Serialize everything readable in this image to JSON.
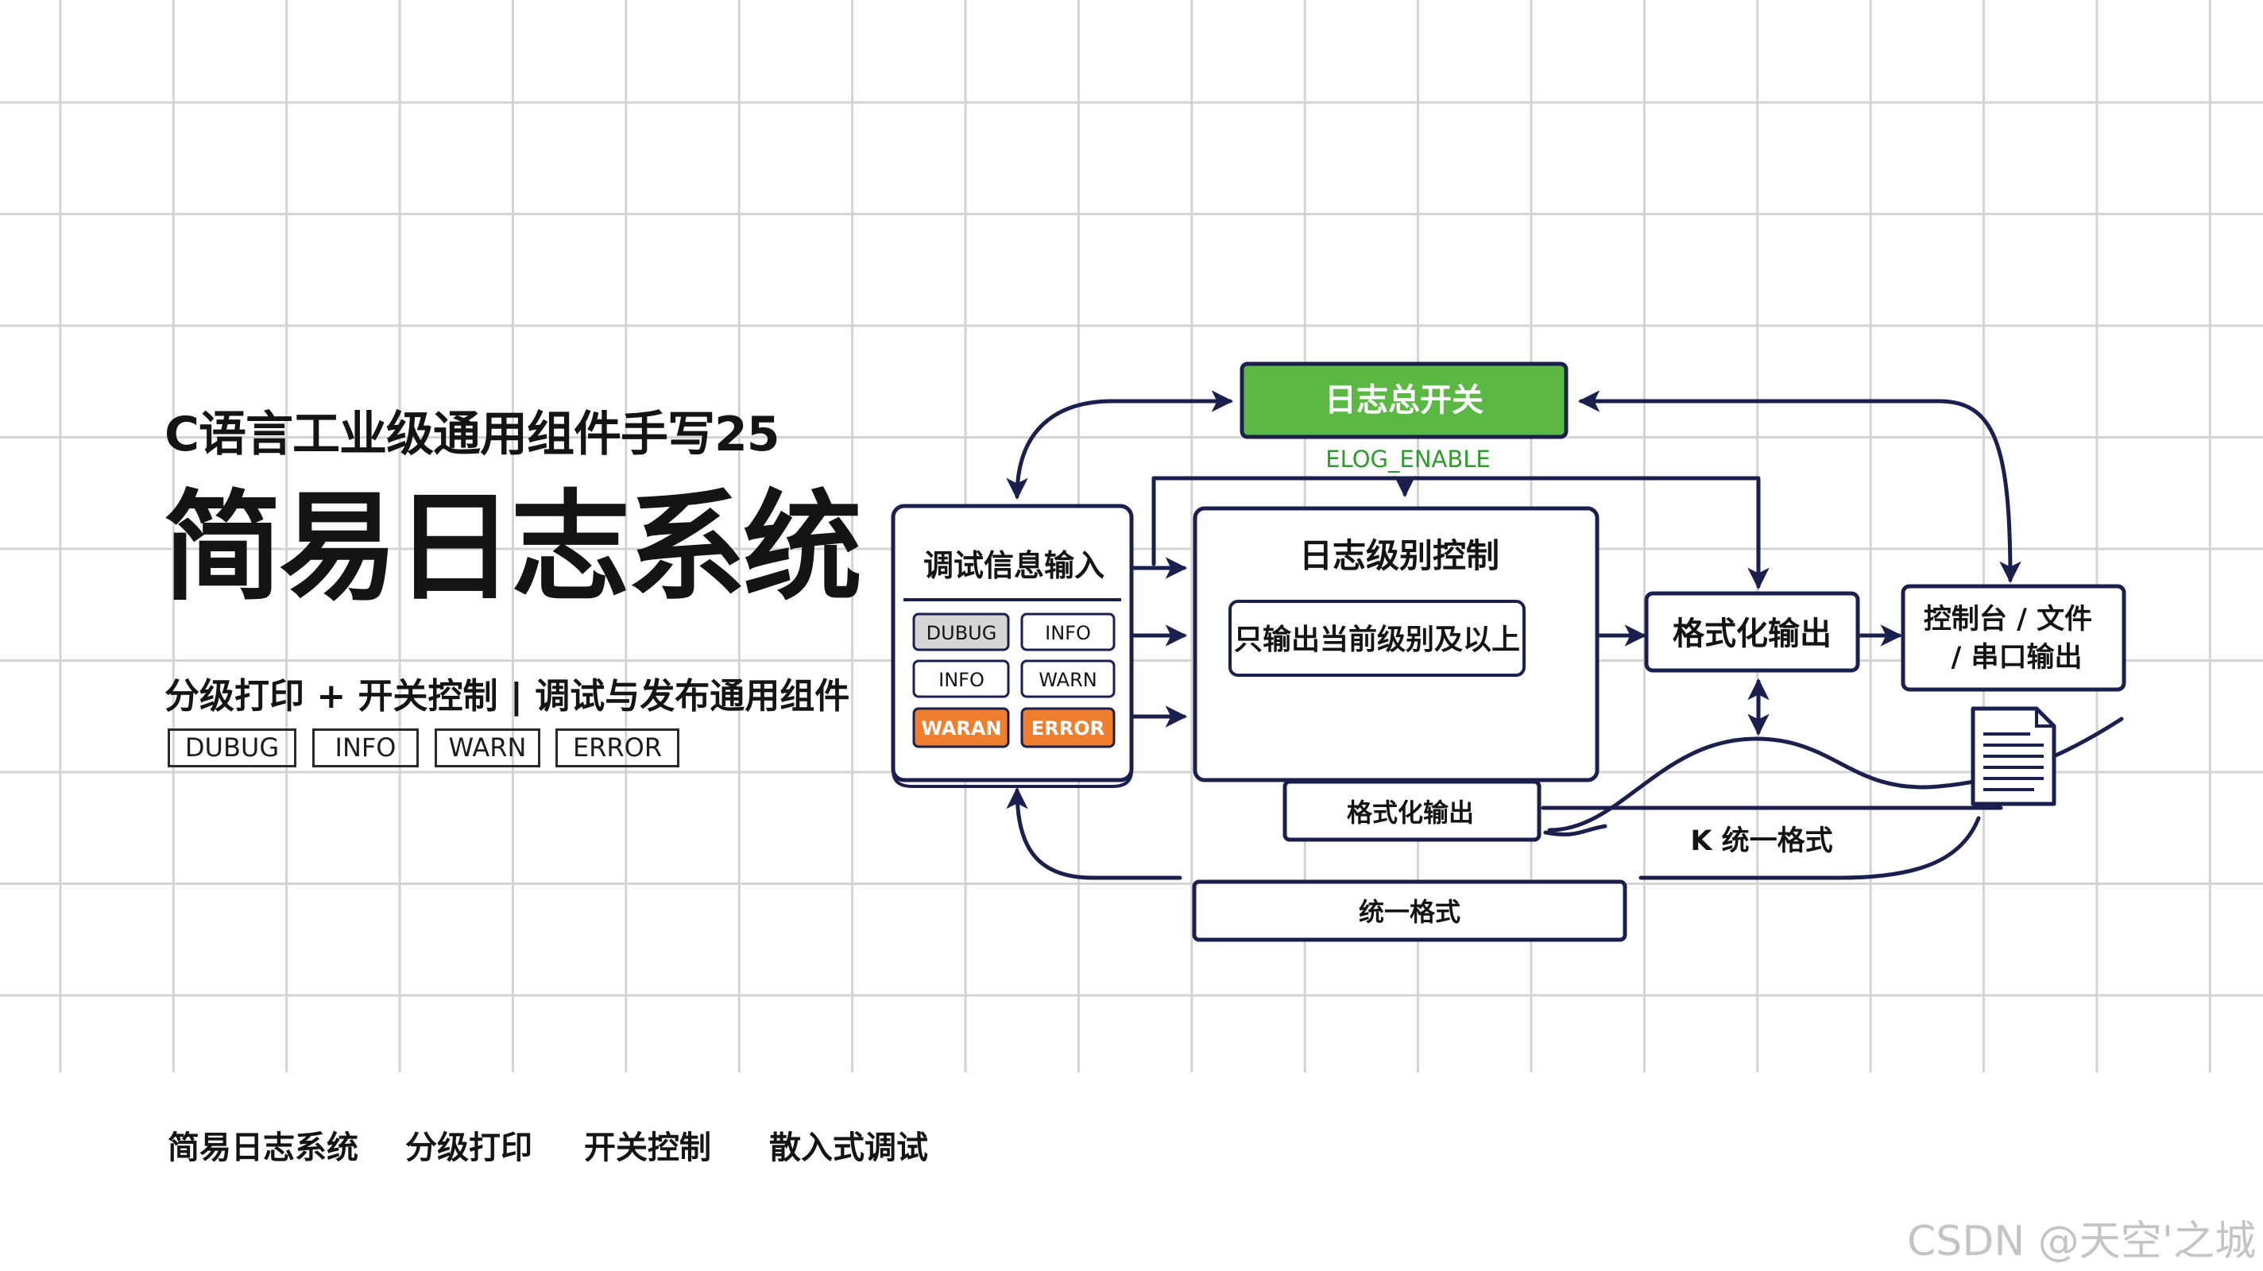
{
  "header": {
    "series_title": "C语言工业级通用组件手写25",
    "main_title": "简易日志系统",
    "subtitle": "分级打印 + 开关控制 | 调试与发布通用组件"
  },
  "level_tags": [
    "DUBUG",
    "INFO",
    "WARN",
    "ERROR"
  ],
  "diagram": {
    "master_switch": {
      "label": "日志总开关",
      "macro": "ELOG_ENABLE",
      "fill": "#5cb845"
    },
    "input_panel": {
      "title": "调试信息输入",
      "buttons": [
        "DUBUG",
        "INFO",
        "INFO",
        "WARN",
        "WARAN",
        "ERROR"
      ],
      "highlight_color": "#ef7f2e"
    },
    "level_control": {
      "title": "日志级别控制",
      "rule": "只输出当前级别及以上"
    },
    "format_output": "格式化输出",
    "destination": {
      "line1": "控制台 / 文件",
      "line2": "/ 串口输出"
    },
    "bottom_format": "格式化输出",
    "unified": "统一格式",
    "curve_label": "K 统一格式",
    "line_color": "#1b1f4d"
  },
  "keywords": [
    "简易日志系统",
    "分级打印",
    "开关控制",
    "散入式调试"
  ],
  "watermark": "CSDN @天空'之城"
}
